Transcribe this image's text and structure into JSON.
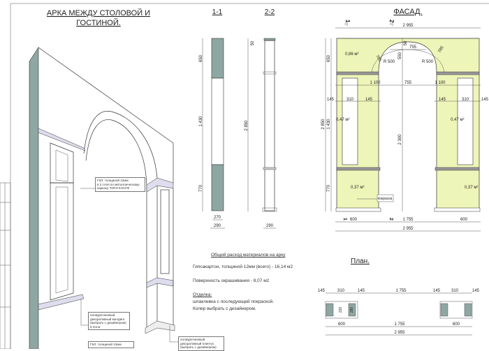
{
  "titles": {
    "perspective": [
      "АРКА МЕЖДУ СТОЛОВОЙ И",
      "ГОСТИНОЙ."
    ],
    "section_1": "1-1",
    "section_2": "2-2",
    "facade": "ФАСАД.",
    "plan": "План."
  },
  "callouts": {
    "gkl_top": [
      "ГКЛ, толщиной 12мм",
      "в 2 слоя по металлическому",
      "каркасу ТИГИ КНАУФ"
    ],
    "molding": [
      "полиуретановый",
      "декоративный молдинг",
      "(выбрать с дизайнером)",
      "6 пог.м"
    ],
    "plinth": [
      "полиуретановый",
      "декоративный плинтус",
      "(выбрать с дизайнером)"
    ],
    "gkl_bottom": "ГКЛ, толщиной 12мм",
    "paint": "покраска"
  },
  "materials": {
    "heading": "Общий расход материалов на арку",
    "drywall": "Гипсакартон, толщиной 12мм (всего) - 16,14 м2",
    "paint_area": "Поверхность окрашивания - 8,07 м2",
    "finish_heading": "Отделка:",
    "finish_1": "шпаклевка с последующей покраской.",
    "finish_2": "Колер выбрать с дизайнером."
  },
  "section_1": {
    "dims": [
      "650",
      "1 430",
      "770",
      "270",
      "290"
    ]
  },
  "section_2": {
    "dims": [
      "50",
      "2 850",
      "290"
    ]
  },
  "facade": {
    "section_marks": [
      "1",
      "2"
    ],
    "overall_width": "2 955",
    "heights": [
      "650",
      "1 430",
      "770",
      "2 850"
    ],
    "arch": {
      "rise": "550",
      "top": "50",
      "span": "755",
      "offset": "785",
      "radius": "R 500"
    },
    "mid_row": [
      "1 100",
      "755",
      "1 100"
    ],
    "window_row": [
      "145",
      "310",
      "145"
    ],
    "opening_height": "2 300",
    "bottom_row": [
      "600",
      "1 755",
      "600"
    ],
    "areas": {
      "top": "0,86 м²",
      "window_left": "0,47 м²",
      "window_right": "0,47 м²",
      "base_left": "0,37 м²",
      "base_right": "0,37 м²"
    },
    "fill_color": "#eef5b8"
  },
  "plan": {
    "top_row": [
      "145",
      "310",
      "145",
      "1 755",
      "145",
      "310",
      "145"
    ],
    "depths": [
      "220",
      "290"
    ],
    "bottom_row": [
      "600",
      "1 755",
      "600"
    ],
    "overall": "2 955"
  },
  "colors": {
    "section_fill": "#8fa7a3",
    "line": "#333333"
  }
}
